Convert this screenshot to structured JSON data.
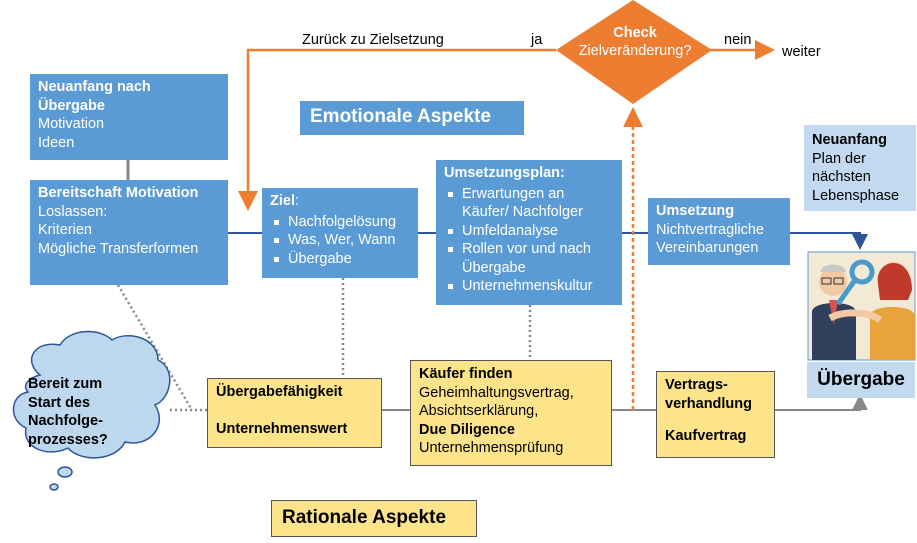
{
  "colors": {
    "blue": "#5b9bd5",
    "dark_blue": "#2e5597",
    "orange": "#ed7d31",
    "yellow": "#fde48a",
    "light_blue": "#c3d9f0",
    "cloud": "#bdd7ee",
    "gray": "#888888"
  },
  "box_neuanfang_left": {
    "title": "Neuanfang nach Übergabe",
    "lines": [
      "Motivation",
      "Ideen"
    ]
  },
  "box_bereitschaft": {
    "title": "Bereitschaft Motivation",
    "lines": [
      "Loslassen:",
      "Kriterien",
      "Mögliche Transferformen"
    ]
  },
  "box_ziel": {
    "title": "Ziel",
    "title_suffix": ":",
    "items": [
      "Nachfolgelösung",
      "Was, Wer, Wann",
      "Übergabe"
    ]
  },
  "box_umsetzungsplan": {
    "title": "Umsetzungsplan:",
    "items": [
      "Erwartungen an Käufer/ Nachfolger",
      "Umfeldanalyse",
      "Rollen vor und nach Übergabe",
      "Unternehmenskultur"
    ]
  },
  "box_umsetzung": {
    "title": "Umsetzung",
    "lines": [
      "Nichtvertragliche Vereinbarungen"
    ]
  },
  "box_neuanfang_right": {
    "title": "Neuanfang",
    "lines": [
      "Plan der nächsten Lebensphase"
    ]
  },
  "heading_emotional": "Emotionale Aspekte",
  "heading_rational": "Rationale Aspekte",
  "check": {
    "title": "Check",
    "subtitle": "Zielveränderung?"
  },
  "labels": {
    "zurueck": "Zurück zu Zielsetzung",
    "ja": "ja",
    "nein": "nein",
    "weiter": "weiter"
  },
  "cloud_text": "Bereit zum Start des Nachfolge-prozesses?",
  "box_uebergabefaehigkeit": {
    "line1": "Übergabefähigkeit",
    "line2": "Unternehmenswert"
  },
  "box_kaeufer": {
    "title": "Käufer finden",
    "line1": "Geheimhaltungsvertrag,",
    "line2": "Absichtserklärung,",
    "title2": "Due Diligence",
    "line3": "Unternehmensprüfung"
  },
  "box_vertrag": {
    "title": "Vertrags-verhandlung",
    "line2": "Kaufvertrag"
  },
  "uebergabe_label": "Übergabe"
}
